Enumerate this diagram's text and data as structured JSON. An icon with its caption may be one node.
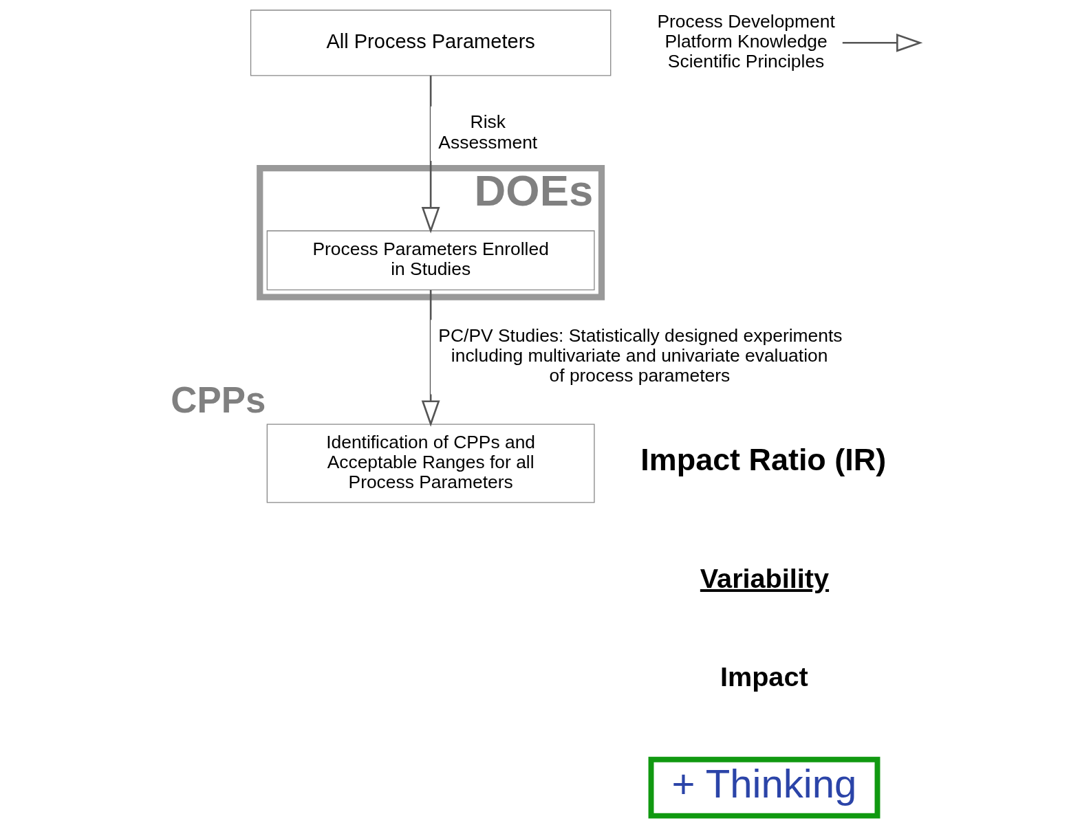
{
  "diagram": {
    "nodes": [
      {
        "text": [
          "All Process Parameters"
        ]
      },
      {
        "text": [
          "Process Development",
          "Platform Knowledge",
          "Scientific Principles"
        ]
      },
      {
        "text": [
          "DOEs"
        ]
      },
      {
        "text": [
          "Process Parameters Enrolled in Studies"
        ],
        "in": 2
      },
      {
        "text": [
          "Identification of CPPs and Acceptable Ranges for all Process Parameters"
        ],
        "beside": [
          "CPPs"
        ]
      },
      {
        "text": [
          "+ Thinking"
        ]
      }
    ],
    "edges": [
      {
        "from": 0,
        "to": 3,
        "arrow": "to",
        "label": "Risk Assessment"
      },
      {
        "from": 1,
        "to": null,
        "arrow": "to"
      },
      {
        "from": 3,
        "to": 4,
        "arrow": "to",
        "label": "PC/PV Studies: Statistically designed experiments including multivariate and univariate evaluation of process parameters"
      }
    ],
    "labels": [
      "Impact Ratio (IR)",
      "Variability",
      "Impact"
    ]
  }
}
